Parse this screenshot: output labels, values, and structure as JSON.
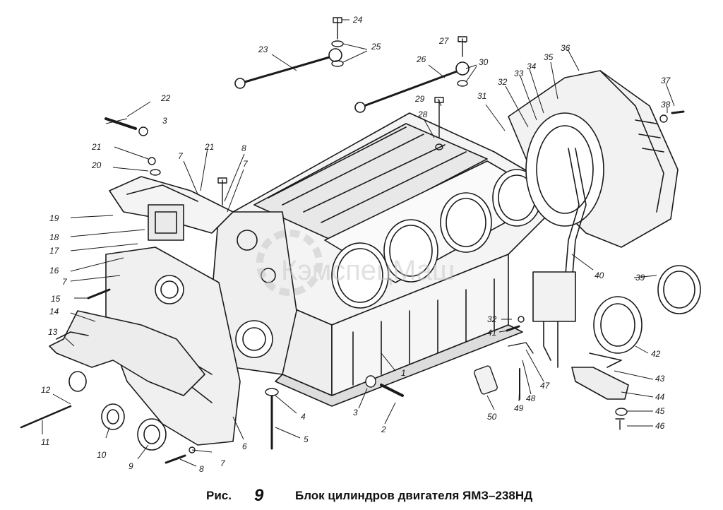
{
  "figure": {
    "prefix": "Рис.",
    "number": "9",
    "title": "Блок цилиндров двигателя ЯМЗ–238НД",
    "watermark": "КэмспецМаш"
  },
  "callouts": [
    "1",
    "2",
    "3",
    "3",
    "4",
    "5",
    "6",
    "7",
    "7",
    "7",
    "7",
    "8",
    "8",
    "9",
    "10",
    "11",
    "12",
    "13",
    "14",
    "15",
    "16",
    "17",
    "18",
    "19",
    "20",
    "21",
    "21",
    "22",
    "23",
    "24",
    "25",
    "26",
    "27",
    "28",
    "29",
    "30",
    "31",
    "32",
    "32",
    "33",
    "34",
    "35",
    "36",
    "37",
    "38",
    "39",
    "40",
    "41",
    "42",
    "43",
    "44",
    "45",
    "46",
    "47",
    "48",
    "49",
    "50"
  ],
  "colors": {
    "ink": "#1a1a1a",
    "paper": "#ffffff",
    "watermark": "#c9c9c9"
  }
}
